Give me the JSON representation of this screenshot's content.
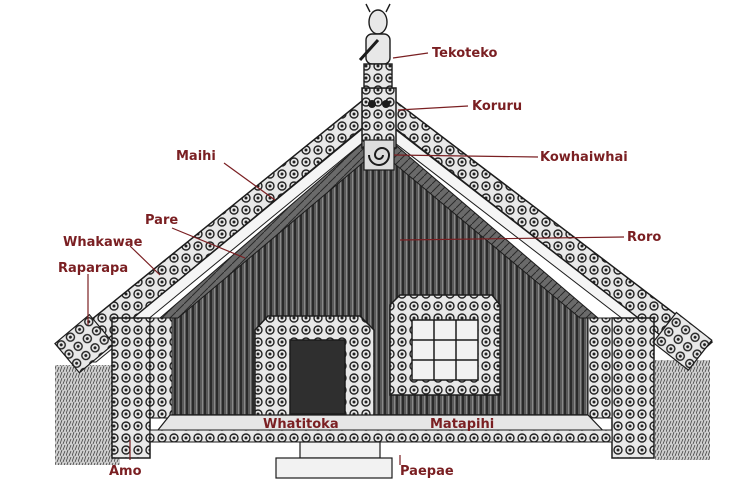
{
  "diagram": {
    "labels": {
      "tekoteko": "Tekoteko",
      "koruru": "Koruru",
      "kowhaiwhai": "Kowhaiwhai",
      "maihi": "Maihi",
      "roro": "Roro",
      "pare": "Pare",
      "whakawae": "Whakawae",
      "raparapa": "Raparapa",
      "whatitoka": "Whatitoka",
      "matapihi": "Matapihi",
      "amo": "Amo",
      "paepae": "Paepae"
    },
    "colors": {
      "label": "#7a1f22",
      "ink": "#1c1c1c",
      "wall": "#4a4a4a",
      "paper": "#ffffff"
    }
  }
}
